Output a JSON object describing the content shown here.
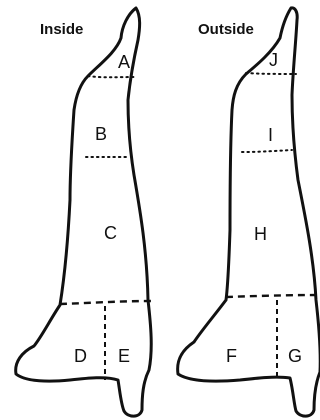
{
  "diagram": {
    "titles": {
      "inside": "Inside",
      "outside": "Outside"
    },
    "inside_regions": {
      "a": "A",
      "b": "B",
      "c": "C",
      "d": "D",
      "e": "E"
    },
    "outside_regions": {
      "j": "J",
      "i": "I",
      "h": "H",
      "f": "F",
      "g": "G"
    }
  }
}
